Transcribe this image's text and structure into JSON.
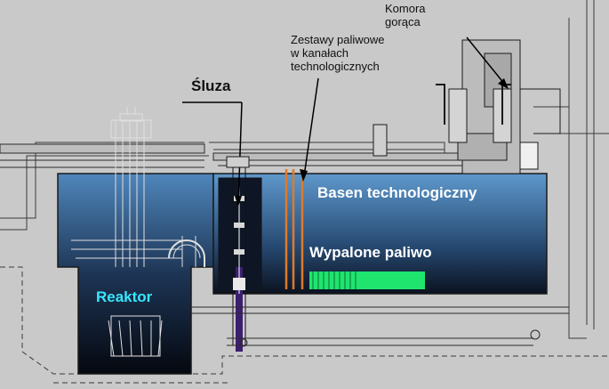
{
  "labels": {
    "komora": "Komora\ngorąca",
    "zestawy": "Zestawy paliwowe\nw kanałach\ntechnologicznych",
    "sluza": "Śluza",
    "basen": "Basen technologiczny",
    "paliwo": "Wypalone paliwo",
    "reaktor": "Reaktor"
  },
  "colors": {
    "background": "#c9c9c9",
    "water_top": "#5a93c8",
    "water_bottom": "#0a0f1a",
    "fuel_green": "#1fe56f",
    "fuel_rod_orange": "#e07a2a",
    "reaktor_text": "#39e6ff"
  }
}
